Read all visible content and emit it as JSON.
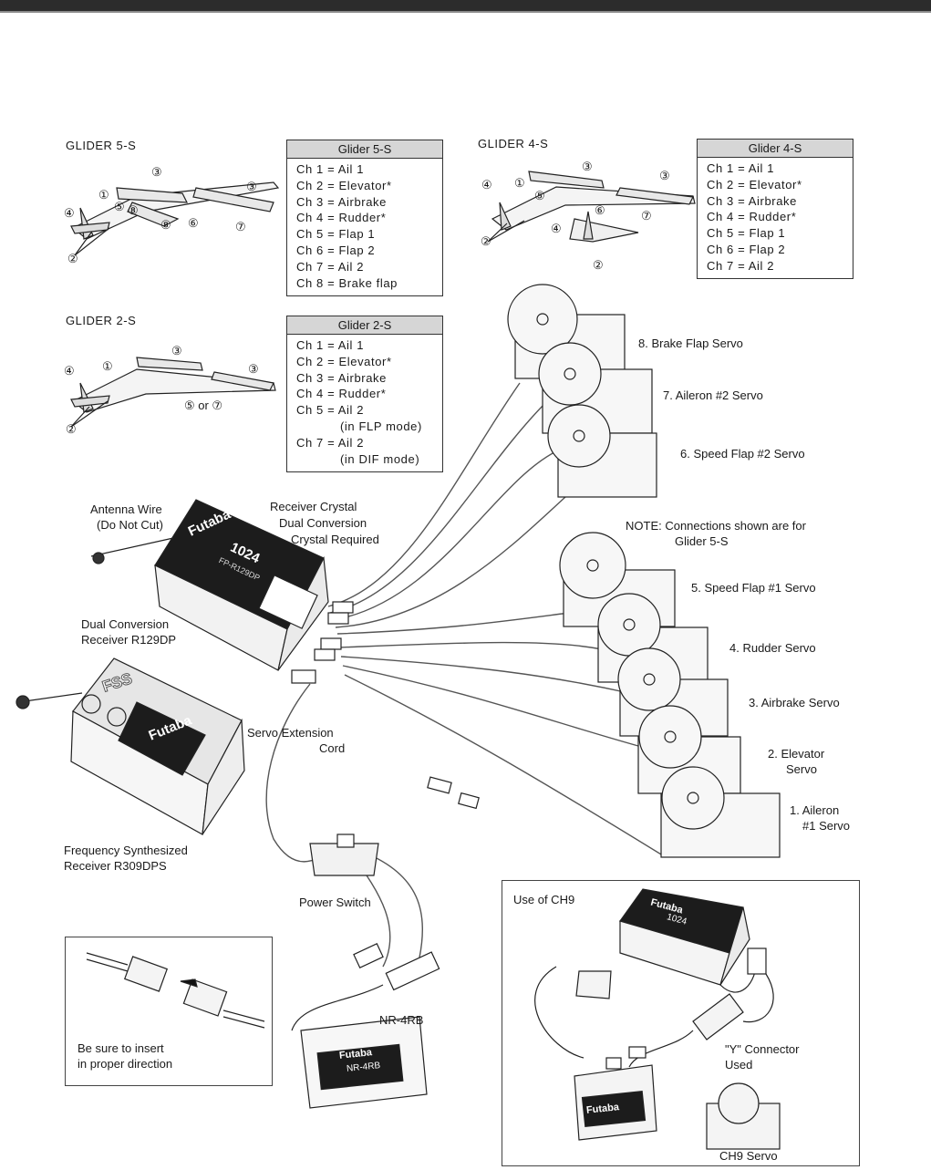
{
  "gliders": [
    {
      "key": "g5s",
      "title": "GLIDER 5-S",
      "table_header": "Glider 5-S",
      "channels": [
        "Ch 1 = Ail 1",
        "Ch 2 = Elevator*",
        "Ch 3 = Airbrake",
        "Ch 4 = Rudder*",
        "Ch 5 = Flap 1",
        "Ch 6 = Flap 2",
        "Ch 7 = Ail 2",
        "Ch 8 = Brake flap"
      ]
    },
    {
      "key": "g4s",
      "title": "GLIDER 4-S",
      "table_header": "Glider 4-S",
      "channels": [
        "Ch 1 = Ail 1",
        "Ch 2 = Elevator*",
        "Ch 3 = Airbrake",
        "Ch 4 = Rudder*",
        "Ch 5 = Flap 1",
        "Ch 6 = Flap 2",
        "Ch 7 = Ail 2"
      ]
    },
    {
      "key": "g2s",
      "title": "GLIDER 2-S",
      "table_header": "Glider 2-S",
      "channels": [
        "Ch 1 = Ail 1",
        "Ch 2 = Elevator*",
        "Ch 3 = Airbrake",
        "Ch 4 = Rudder*",
        "Ch 5 = Ail 2",
        "(in FLP mode)",
        "Ch 7 = Ail 2",
        "(in DIF mode)"
      ]
    }
  ],
  "callouts": {
    "n1": "①",
    "n2": "②",
    "n3": "③",
    "n4": "④",
    "n5": "⑤",
    "n6": "⑥",
    "n7": "⑦",
    "n8": "⑧",
    "five_or_seven": "⑤ or ⑦"
  },
  "servos": [
    {
      "label": "8. Brake Flap Servo"
    },
    {
      "label": "7. Aileron #2 Servo"
    },
    {
      "label": "6. Speed Flap #2 Servo"
    },
    {
      "label": "5. Speed Flap #1 Servo"
    },
    {
      "label": "4. Rudder Servo"
    },
    {
      "label": "3. Airbrake Servo"
    },
    {
      "label": "2. Elevator",
      "label2": "Servo"
    },
    {
      "label": "1. Aileron",
      "label2": "#1 Servo"
    }
  ],
  "note": {
    "line1": "NOTE: Connections shown are for",
    "line2": "Glider 5-S"
  },
  "receiver1": {
    "brand": "Futaba",
    "model": "1024",
    "code": "FP-R129DP",
    "label1": "Dual Conversion",
    "label2": "Receiver R129DP"
  },
  "antenna": {
    "line1": "Antenna Wire",
    "line2": "(Do Not Cut)"
  },
  "crystal": {
    "line1": "Receiver Crystal",
    "line2": "Dual Conversion",
    "line3": "Crystal Required"
  },
  "receiver2": {
    "badge": "FSS",
    "brand": "Futaba",
    "label1": "Frequency Synthesized",
    "label2": "Receiver R309DPS"
  },
  "extension": {
    "line1": "Servo Extension",
    "line2": "Cord"
  },
  "power_switch": "Power Switch",
  "battery": {
    "name": "NR-4RB",
    "brand": "Futaba",
    "model": "NR-4RB"
  },
  "insert_tip": {
    "line1": "Be sure to insert",
    "line2": "in proper direction"
  },
  "ch9": {
    "title": "Use of CH9",
    "y_line1": "\"Y\" Connector",
    "y_line2": "Used",
    "servo": "CH9 Servo",
    "brand": "Futaba",
    "model": "1024"
  }
}
